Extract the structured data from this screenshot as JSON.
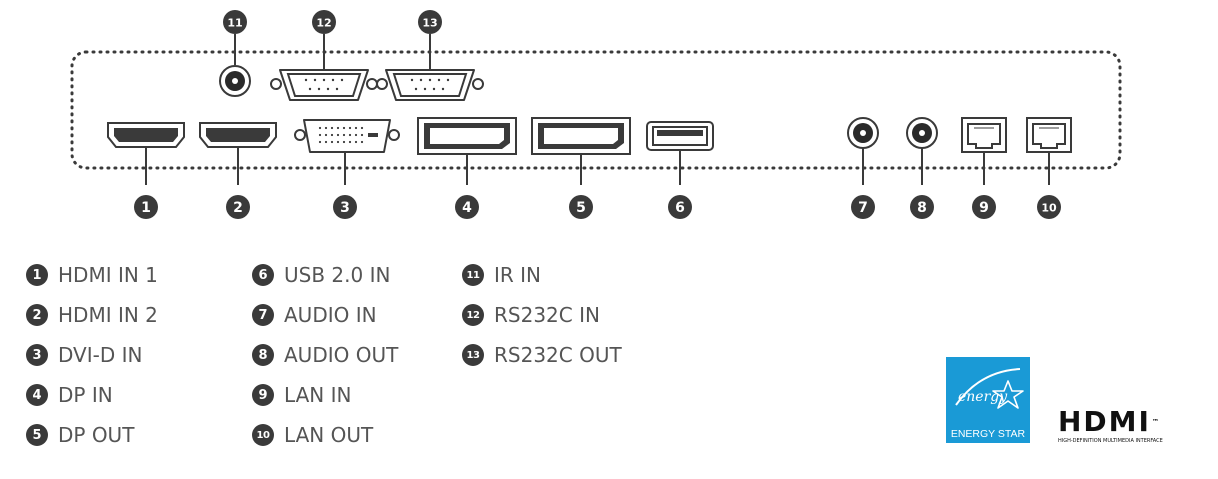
{
  "ports": [
    {
      "n": "1",
      "label": "HDMI IN 1"
    },
    {
      "n": "2",
      "label": "HDMI IN 2"
    },
    {
      "n": "3",
      "label": "DVI-D IN"
    },
    {
      "n": "4",
      "label": "DP IN"
    },
    {
      "n": "5",
      "label": "DP OUT"
    },
    {
      "n": "6",
      "label": "USB 2.0 IN"
    },
    {
      "n": "7",
      "label": "AUDIO IN"
    },
    {
      "n": "8",
      "label": "AUDIO OUT"
    },
    {
      "n": "9",
      "label": "LAN IN"
    },
    {
      "n": "10",
      "label": "LAN OUT"
    },
    {
      "n": "11",
      "label": "IR IN"
    },
    {
      "n": "12",
      "label": "RS232C IN"
    },
    {
      "n": "13",
      "label": "RS232C OUT"
    }
  ],
  "logos": {
    "energy_star": {
      "script": "energy",
      "text": "ENERGY STAR",
      "color": "#1a9ad6"
    },
    "hdmi": {
      "word": "HDMI",
      "tm": "™",
      "subtitle": "HIGH-DEFINITION MULTIMEDIA INTERFACE"
    }
  },
  "colors": {
    "badge": "#3a3a3a",
    "text": "#555555",
    "outline": "#3a3a3a"
  }
}
